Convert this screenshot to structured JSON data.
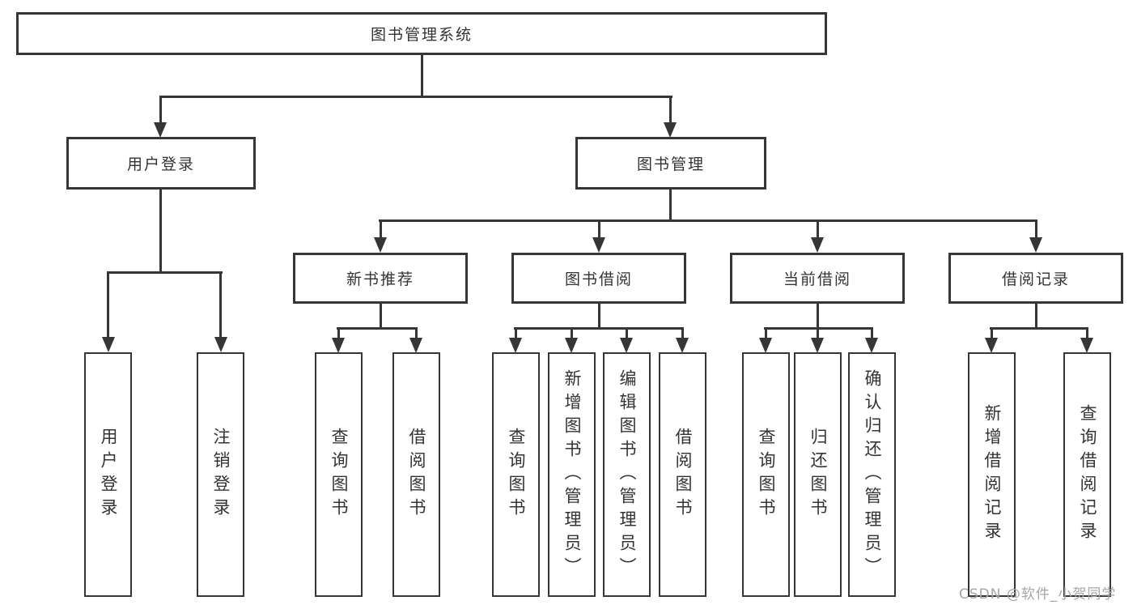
{
  "tree": {
    "root": {
      "label": "图书管理系统"
    },
    "branches": [
      {
        "label": "用户登录",
        "leaves": [
          {
            "label": "用户登录"
          },
          {
            "label": "注销登录"
          }
        ]
      },
      {
        "label": "图书管理",
        "groups": [
          {
            "label": "新书推荐",
            "leaves": [
              {
                "label": "查询图书"
              },
              {
                "label": "借阅图书"
              }
            ]
          },
          {
            "label": "图书借阅",
            "leaves": [
              {
                "label": "查询图书"
              },
              {
                "label": "新增图书（管理员）"
              },
              {
                "label": "编辑图书（管理员）"
              },
              {
                "label": "借阅图书"
              }
            ]
          },
          {
            "label": "当前借阅",
            "leaves": [
              {
                "label": "查询图书"
              },
              {
                "label": "归还图书"
              },
              {
                "label": "确认归还（管理员）"
              }
            ]
          },
          {
            "label": "借阅记录",
            "leaves": [
              {
                "label": "新增借阅记录"
              },
              {
                "label": "查询借阅记录"
              }
            ]
          }
        ]
      }
    ]
  },
  "watermark": "CSDN @软件_小贺同学",
  "colors": {
    "line": "#363636",
    "text": "#333333",
    "watermark": "#a6a6a6",
    "background": "#ffffff"
  }
}
